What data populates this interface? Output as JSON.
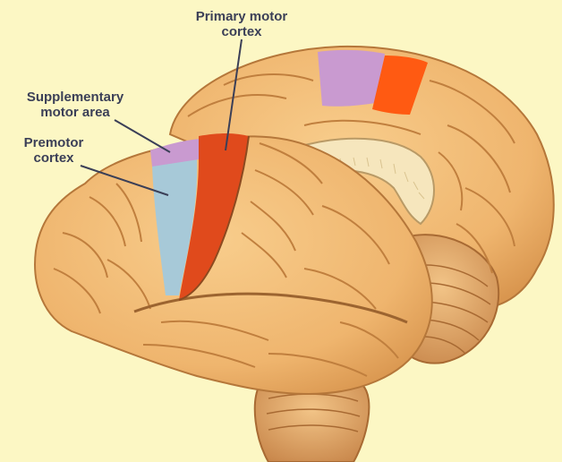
{
  "labels": {
    "primary_motor_cortex": [
      "Primary motor",
      "cortex"
    ],
    "supplementary_motor_area": [
      "Supplementary",
      "motor area"
    ],
    "premotor_cortex": [
      "Premotor",
      "cortex"
    ]
  },
  "colors": {
    "background": "#fcf7c4",
    "brain_tissue": "#f2bd78",
    "brain_shadow": "#c98a45",
    "primary_motor_cortex": "#e04a1c",
    "primary_motor_cortex_medial": "#ff5a12",
    "supplementary_motor_area": "#c99ad0",
    "premotor_cortex": "#a7c9d8",
    "corpus_callosum": "#f6e6bd",
    "label_text": "#3b3f57",
    "pointer_line": "#3b3f57"
  }
}
